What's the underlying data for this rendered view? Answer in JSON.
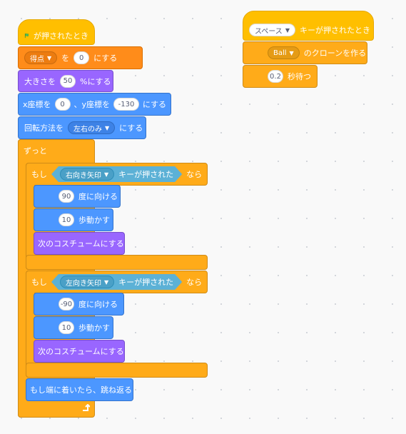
{
  "script1": {
    "flag_hat": {
      "label": "が押されたとき",
      "icon": "green-flag-icon"
    },
    "set_var": {
      "prefix": "",
      "var": "得点",
      "mid": "を",
      "value": "0",
      "suffix": "にする"
    },
    "set_size": {
      "prefix": "大きさを",
      "value": "50",
      "suffix": "%にする"
    },
    "goto_xy": {
      "x_label": "x座標を",
      "x": "0",
      "y_label": "、y座標を",
      "y": "-130",
      "suffix": "にする"
    },
    "rotation": {
      "prefix": "回転方法を",
      "value": "左右のみ",
      "suffix": "にする"
    },
    "forever": {
      "label": "ずっと",
      "loop_icon": "loop-arrow-icon"
    },
    "if1": {
      "if_label": "もし",
      "key": "右向き矢印",
      "pressed": "キーが押された",
      "then": "なら",
      "point": {
        "value": "90",
        "suffix": "度に向ける"
      },
      "move": {
        "value": "10",
        "suffix": "歩動かす"
      },
      "costume": "次のコスチュームにする"
    },
    "if2": {
      "if_label": "もし",
      "key": "左向き矢印",
      "pressed": "キーが押された",
      "then": "なら",
      "point": {
        "value": "-90",
        "suffix": "度に向ける"
      },
      "move": {
        "value": "10",
        "suffix": "歩動かす"
      },
      "costume": "次のコスチュームにする"
    },
    "bounce": "もし端に着いたら、跳ね返る"
  },
  "script2": {
    "key_hat": {
      "key": "スペース",
      "suffix": "キーが押されたとき"
    },
    "clone": {
      "target": "Ball",
      "suffix": "のクローンを作る"
    },
    "wait": {
      "value": "0.2",
      "suffix": "秒待つ"
    }
  }
}
